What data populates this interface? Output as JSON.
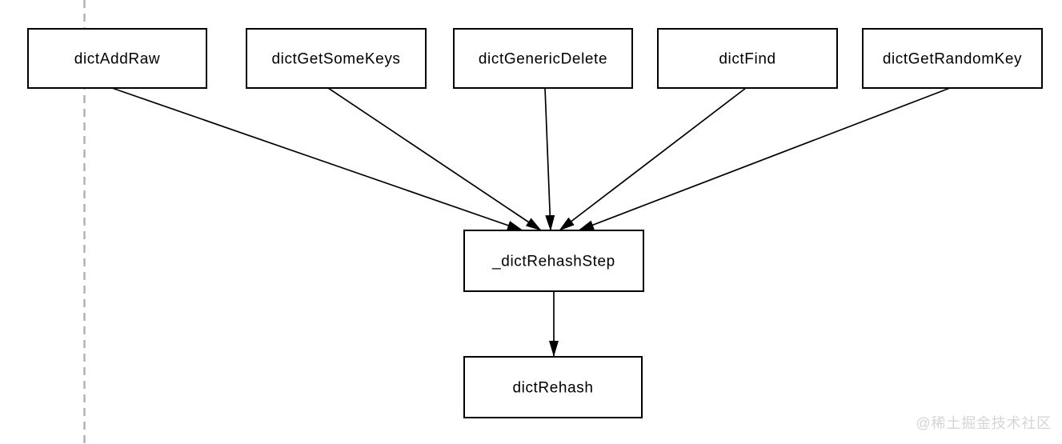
{
  "diagram": {
    "type": "call-graph",
    "nodes": [
      {
        "id": "dictAddRaw",
        "label": "dictAddRaw"
      },
      {
        "id": "dictGetSomeKeys",
        "label": "dictGetSomeKeys"
      },
      {
        "id": "dictGenericDelete",
        "label": "dictGenericDelete"
      },
      {
        "id": "dictFind",
        "label": "dictFind"
      },
      {
        "id": "dictGetRandomKey",
        "label": "dictGetRandomKey"
      },
      {
        "id": "_dictRehashStep",
        "label": "_dictRehashStep"
      },
      {
        "id": "dictRehash",
        "label": "dictRehash"
      }
    ],
    "edges": [
      {
        "from": "dictAddRaw",
        "to": "_dictRehashStep"
      },
      {
        "from": "dictGetSomeKeys",
        "to": "_dictRehashStep"
      },
      {
        "from": "dictGenericDelete",
        "to": "_dictRehashStep"
      },
      {
        "from": "dictFind",
        "to": "_dictRehashStep"
      },
      {
        "from": "dictGetRandomKey",
        "to": "_dictRehashStep"
      },
      {
        "from": "_dictRehashStep",
        "to": "dictRehash"
      }
    ],
    "colors": {
      "background": "#ffffff",
      "node_fill": "#ffffff",
      "node_border": "#000000",
      "edge": "#000000",
      "guide_line": "#b0b0b0"
    }
  },
  "watermark": {
    "text": "@稀土掘金技术社区",
    "color": "#d5d5d5"
  }
}
